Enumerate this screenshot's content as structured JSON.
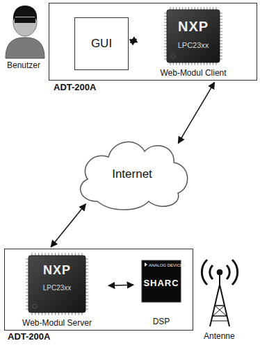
{
  "diagram": {
    "nodes": [
      {
        "text": [
          "ADT-200A"
        ]
      },
      {
        "text": [
          "GUI"
        ],
        "in": 0
      },
      {
        "text": [
          "NXP",
          "LPC23xx",
          "Web-Modul Client"
        ],
        "in": 0
      },
      {
        "text": [
          "Internet"
        ]
      },
      {
        "text": [
          "ADT-200A"
        ]
      },
      {
        "text": [
          "NXP",
          "LPC23xx",
          "Web-Modul Server"
        ],
        "in": 4
      },
      {
        "text": [
          "ANALOG DEVICES",
          "SHARC",
          "DSP"
        ],
        "in": 4
      }
    ],
    "edges": [
      {
        "from": 1,
        "to": 2,
        "arrow": "both"
      },
      {
        "from": 0,
        "to": 3,
        "arrow": "both"
      },
      {
        "from": 3,
        "to": 4,
        "arrow": "both"
      },
      {
        "from": 5,
        "to": 6,
        "arrow": "both"
      }
    ],
    "labels": [
      "Benutzer",
      "Antenne"
    ]
  }
}
